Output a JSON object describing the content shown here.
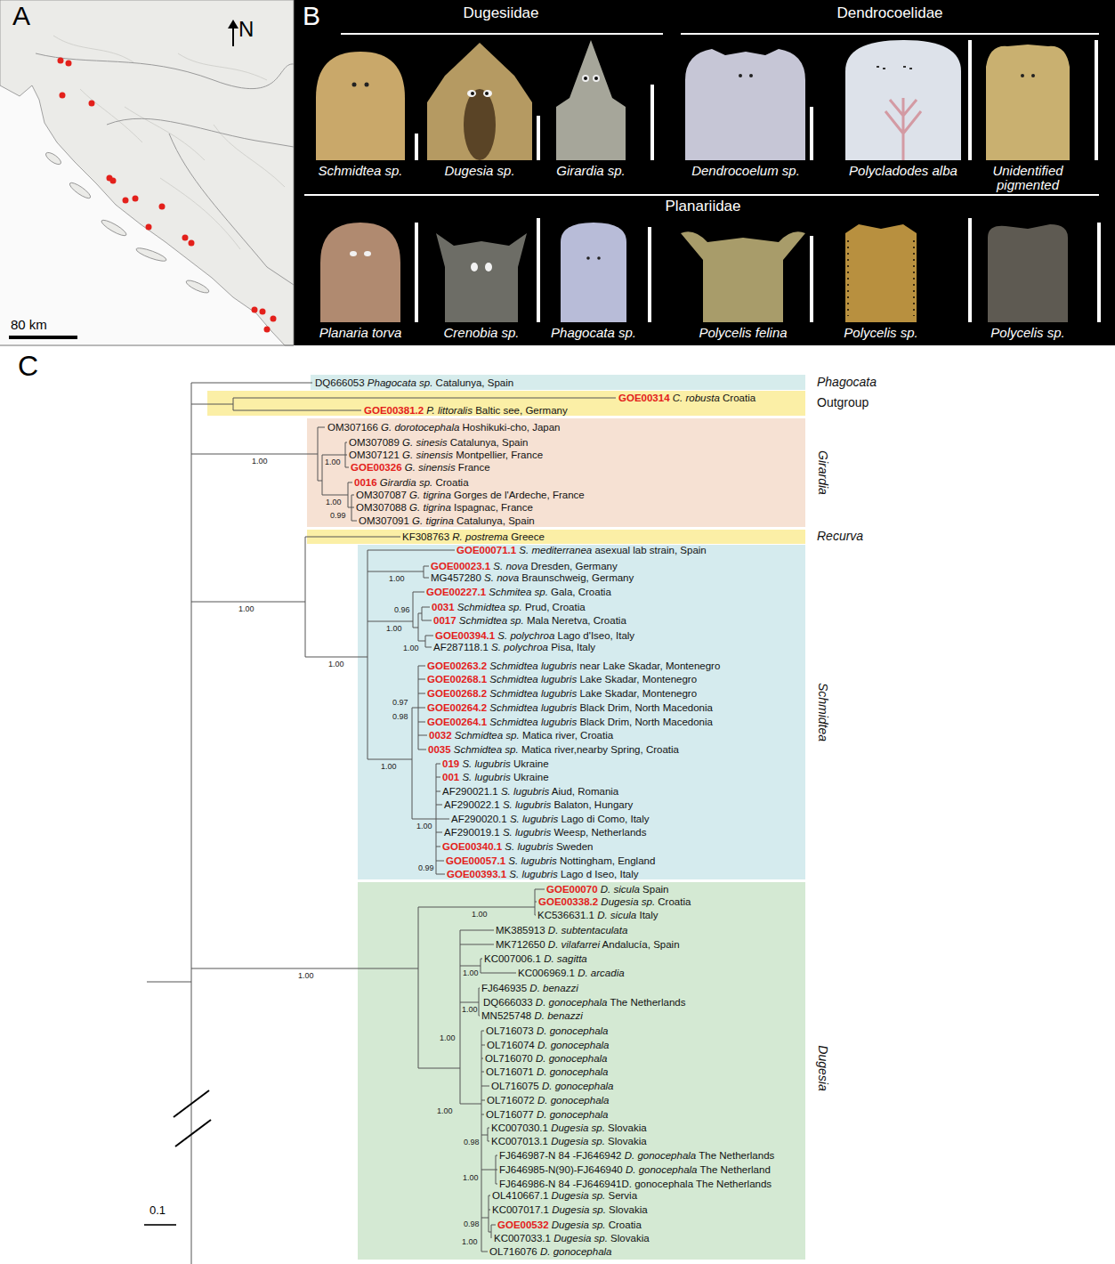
{
  "diagram": {
    "nodes": [
      {
        "text": [
          "Dugesiidae",
          "Dendrocoelidae",
          "Schmidtea sp.",
          "Dugesia sp.",
          "Girardia sp.",
          "Dendrocoelum sp.",
          "Polycladodes alba",
          "Unidentified pigmented",
          "Planariidae",
          "Planaria torva",
          "Crenobia sp.",
          "Phagocata sp.",
          "Polycelis felina",
          "Polycelis sp.",
          "Polycelis sp."
        ]
      },
      {
        "text": [
          "DQ666053 Phagocata sp. Catalunya, Spain",
          "Phagocata"
        ]
      },
      {
        "text": [
          "GOE00314 C. robusta Croatia",
          "GOE00381.2 P. littoralis Baltic see, Germany",
          "Outgroup"
        ]
      },
      {
        "text": [
          "OM307166 G. dorotocephala Hoshikuki-cho, Japan",
          "OM307089 G. sinesis Catalunya, Spain",
          "OM307121 G. sinensis Montpellier, France",
          "GOE00326 G. sinensis France",
          "0016 Girardia sp. Croatia",
          "OM307087 G. tigrina Gorges de l'Ardeche, France",
          "OM307088 G. tigrina Ispagnac, France",
          "OM307091 G. tigrina Catalunya, Spain",
          "Girardia"
        ]
      },
      {
        "text": [
          "KF308763 R. postrema Greece",
          "Recurva"
        ]
      },
      {
        "text": [
          "GOE00071.1 S. mediterranea asexual lab strain, Spain",
          "GOE00023.1 S. nova Dresden, Germany",
          "MG457280 S. nova Braunschweig, Germany",
          "GOE00227.1 Schmitea sp. Gala, Croatia",
          "0031 Schmidtea sp. Prud, Croatia",
          "0017 Schmidtea sp. Mala Neretva, Croatia",
          "GOE00394.1 S. polychroa Lago d'Iseo, Italy",
          "AF287118.1 S. polychroa Pisa, Italy",
          "GOE00263.2 Schmidtea lugubris near Lake Skadar, Montenegro",
          "GOE00268.1 Schmidtea lugubris Lake Skadar, Montenegro",
          "GOE00268.2 Schmidtea lugubris Lake Skadar, Montenegro",
          "GOE00264.2 Schmidtea lugubris Black Drim, North Macedonia",
          "GOE00264.1 Schmidtea lugubris Black Drim, North Macedonia",
          "0032 Schmidtea sp. Matica river, Croatia",
          "0035 Schmidtea sp. Matica river,nearby Spring, Croatia",
          "019 S. lugubris Ukraine",
          "001 S. lugubris Ukraine",
          "AF290021.1 S. lugubris Aiud, Romania",
          "AF290022.1 S. lugubris Balaton, Hungary",
          "AF290020.1 S. lugubris Lago di Como, Italy",
          "AF290019.1 S. lugubris Weesp, Netherlands",
          "GOE00340.1 S. lugubris Sweden",
          "GOE00057.1 S. lugubris Nottingham, England",
          "GOE00393.1 S. lugubris Lago d Iseo, Italy",
          "Schmidtea"
        ]
      },
      {
        "text": [
          "GOE00070 D. sicula Spain",
          "GOE00338.2 Dugesia sp. Croatia",
          "KC536631.1 D. sicula Italy",
          "MK385913 D. subtentaculata",
          "MK712650 D. vilafarrei Andalucía, Spain",
          "KC007006.1 D. sagitta",
          "KC006969.1 D. arcadia",
          "FJ646935 D. benazzi",
          "DQ666033 D. gonocephala The Netherlands",
          "MN525748 D. benazzi",
          "OL716073 D. gonocephala",
          "OL716074 D. gonocephala",
          "OL716070 D. gonocephala",
          "OL716071 D. gonocephala",
          "OL716075 D. gonocephala",
          "OL716072 D. gonocephala",
          "OL716077 D. gonocephala",
          "KC007030.1 Dugesia sp. Slovakia",
          "KC007013.1 Dugesia sp. Slovakia",
          "FJ646987-N 84 -FJ646942 D. gonocephala The Netherlands",
          "FJ646985-N(90)-FJ646940 D. gonocephala The Netherland",
          "FJ646986-N 84 -FJ646941D. gonocephala The Netherlands",
          "OL410667.1 Dugesia sp. Servia",
          "KC007017.1 Dugesia sp. Slovakia",
          "GOE00532 Dugesia sp. Croatia",
          "KC007033.1 Dugesia sp. Slovakia",
          "OL716076 D. gonocephala",
          "Dugesia"
        ]
      }
    ],
    "labels": [
      "A",
      "N",
      "80 km",
      "B",
      "C",
      "1.00",
      "1.00",
      "1.00",
      "0.99",
      "1.00",
      "1.00",
      "0.96",
      "1.00",
      "1.00",
      "1.00",
      "0.97",
      "0.98",
      "1.00",
      "1.00",
      "0.99",
      "1.00",
      "1.00",
      "1.00",
      "1.00",
      "1.00",
      "1.00",
      "0.98",
      "1.00",
      "0.98",
      "1.00",
      "0.1"
    ]
  }
}
